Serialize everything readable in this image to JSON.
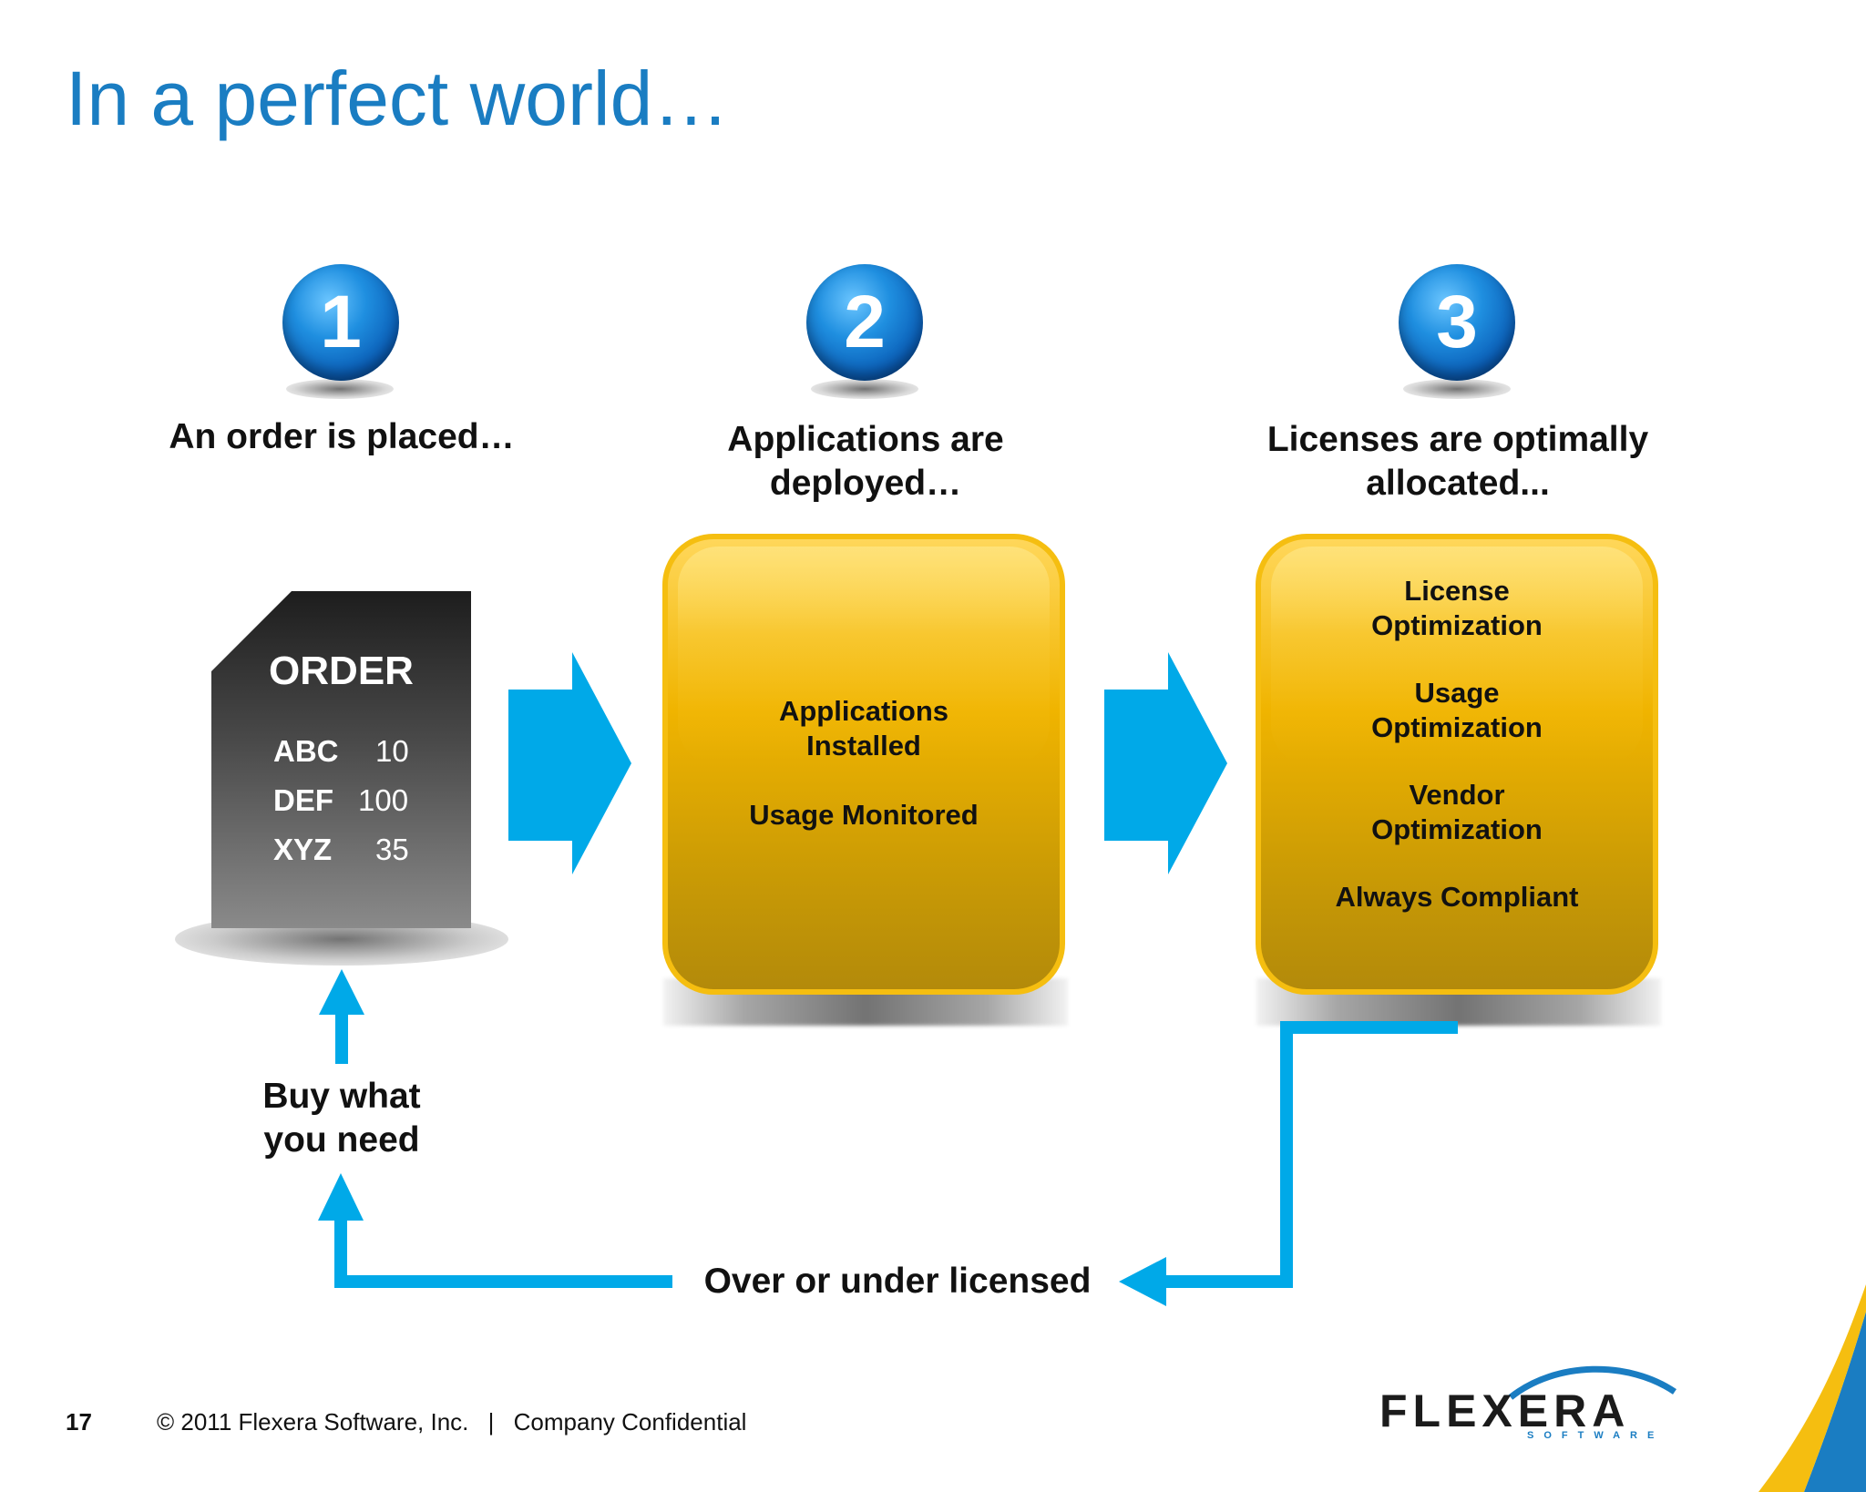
{
  "title": "In a perfect world…",
  "steps": [
    {
      "number": "1",
      "label": "An order is placed…"
    },
    {
      "number": "2",
      "label_line1": "Applications are",
      "label_line2": "deployed…"
    },
    {
      "number": "3",
      "label_line1": "Licenses are optimally",
      "label_line2": "allocated..."
    }
  ],
  "order": {
    "title": "ORDER",
    "rows": [
      {
        "code": "ABC",
        "qty": "10"
      },
      {
        "code": "DEF",
        "qty": "100"
      },
      {
        "code": "XYZ",
        "qty": "35"
      }
    ]
  },
  "box2": {
    "line1": "Applications",
    "line2": "Installed",
    "line3": "Usage Monitored"
  },
  "box3": {
    "item1_line1": "License",
    "item1_line2": "Optimization",
    "item2_line1": "Usage",
    "item2_line2": "Optimization",
    "item3_line1": "Vendor",
    "item3_line2": "Optimization",
    "item4": "Always Compliant"
  },
  "buy": {
    "line1": "Buy what",
    "line2": "you need"
  },
  "feedback_label": "Over or under licensed",
  "footer": {
    "page_number": "17",
    "copyright": "© 2011 Flexera Software, Inc.",
    "separator": "|",
    "confidential": "Company Confidential"
  },
  "logo": {
    "name": "FLEXERA",
    "sub": "SOFTWARE"
  },
  "colors": {
    "title_blue": "#1a7dc2",
    "arrow_cyan": "#00a9e8",
    "box_yellow": "#f0b400",
    "ball_blue": "#0b5fb8"
  }
}
